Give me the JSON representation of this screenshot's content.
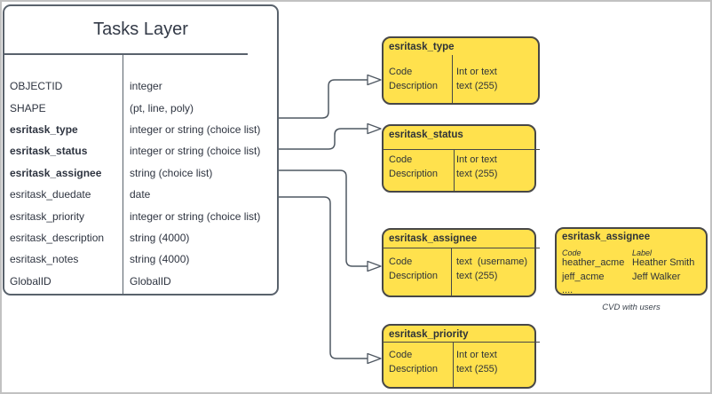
{
  "diagram": {
    "colors": {
      "box_fill": "#FFE14D",
      "box_border": "#474747",
      "line_color": "#4F5862",
      "text_color": "#2E3440",
      "frame_border": "#C2C2C2"
    },
    "main_table": {
      "title": "Tasks Layer",
      "fields": [
        {
          "name": "OBJECTID",
          "type": "integer"
        },
        {
          "name": "SHAPE",
          "type": "(pt, line, poly)"
        },
        {
          "name": "esritask_type",
          "type": "integer or string (choice list)"
        },
        {
          "name": "esritask_status",
          "type": "integer or string (choice list)"
        },
        {
          "name": "esritask_assignee",
          "type": "string (choice list)"
        },
        {
          "name": "esritask_duedate",
          "type": "date"
        },
        {
          "name": "esritask_priority",
          "type": "integer or string (choice list)"
        },
        {
          "name": "esritask_description",
          "type": "string (4000)"
        },
        {
          "name": "esritask_notes",
          "type": "string (4000)"
        },
        {
          "name": "GlobalID",
          "type": "GlobalID"
        }
      ]
    },
    "domain_boxes": [
      {
        "title": "esritask_type",
        "left": [
          "Code",
          "Description"
        ],
        "right": [
          "Int or text",
          "text (255)"
        ]
      },
      {
        "title": "esritask_status",
        "left": [
          "Code",
          "Description"
        ],
        "right": [
          "Int or text",
          "text (255)"
        ]
      },
      {
        "title": "esritask_assignee",
        "left": [
          "Code",
          "Description"
        ],
        "right": [
          "text  (username)",
          "text (255)"
        ]
      },
      {
        "title": "esritask_priority",
        "left": [
          "Code",
          "Description"
        ],
        "right": [
          "Int or text",
          "text (255)"
        ]
      }
    ],
    "cvd_box": {
      "title": "esritask_assignee",
      "columns": [
        "Code",
        "Label"
      ],
      "rows": [
        [
          "heather_acme",
          "Heather Smith"
        ],
        [
          "jeff_acme",
          "Jeff Walker"
        ]
      ],
      "ellipsis": "....",
      "caption": "CVD with users"
    }
  }
}
